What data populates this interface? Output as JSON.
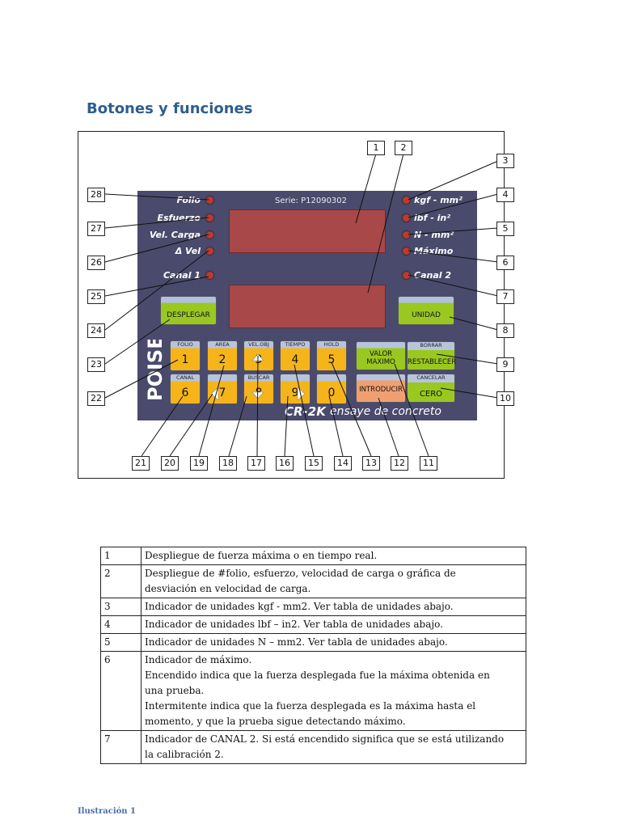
{
  "heading": "Botones y funciones",
  "panel": {
    "serie": "Serie: P12090302",
    "left_indicators": [
      "Folio",
      "Esfuerzo",
      "Vel. Carga",
      "Δ Vel",
      "Canal 1"
    ],
    "right_indicators": [
      "kgf - mm²",
      "lbf - in²",
      "N - mm²",
      "Máximo",
      "Canal 2"
    ],
    "btn_desplegar": "DESPLEGAR",
    "btn_unidad": "UNIDAD",
    "keys_row1": [
      {
        "top": "FOLIO",
        "num": "1"
      },
      {
        "top": "AREA",
        "num": "2"
      },
      {
        "top": "VEL.OBJ",
        "num": "3"
      },
      {
        "top": "TIEMPO",
        "num": "4"
      },
      {
        "top": "HOLD",
        "num": "5"
      }
    ],
    "keys_row2": [
      {
        "top": "CANAL",
        "num": "6"
      },
      {
        "top": "",
        "num": "7"
      },
      {
        "top": "BUSCAR",
        "num": "8"
      },
      {
        "top": "",
        "num": "9"
      },
      {
        "top": "",
        "num": "0"
      }
    ],
    "valor_maximo": [
      "VALOR",
      "MAXIMO"
    ],
    "borrar_top": "BORRAR",
    "restablecer": "RESTABLECER",
    "introducir": "INTRODUCIR",
    "cancelar_top": "CANCELAR",
    "cero": "CERO",
    "brand": "POISE",
    "model": "CR-2K",
    "tagline": "ensaye de concreto"
  },
  "callouts": [
    "1",
    "2",
    "3",
    "4",
    "5",
    "6",
    "7",
    "8",
    "9",
    "10",
    "11",
    "12",
    "13",
    "14",
    "15",
    "16",
    "17",
    "18",
    "19",
    "20",
    "21",
    "22",
    "23",
    "24",
    "25",
    "26",
    "27",
    "28"
  ],
  "table": [
    {
      "n": "1",
      "lines": [
        "Despliegue de fuerza máxima o en tiempo real."
      ]
    },
    {
      "n": "2",
      "lines": [
        "Despliegue de #folio, esfuerzo, velocidad de carga o gráfica de",
        "desviación en velocidad de carga."
      ]
    },
    {
      "n": "3",
      "lines": [
        "Indicador de unidades kgf  - mm2. Ver tabla de unidades abajo."
      ]
    },
    {
      "n": "4",
      "lines": [
        "Indicador de unidades lbf – in2. Ver tabla de unidades abajo."
      ]
    },
    {
      "n": "5",
      "lines": [
        "Indicador de unidades N – mm2. Ver tabla de unidades abajo."
      ]
    },
    {
      "n": "6",
      "lines": [
        "Indicador de máximo.",
        "Encendido indica que la fuerza desplegada fue la máxima obtenida en",
        "una prueba.",
        "Intermitente indica que la fuerza desplegada es la máxima hasta el",
        "momento, y que la prueba sigue detectando máximo."
      ]
    },
    {
      "n": "7",
      "lines": [
        "Indicador de CANAL 2. Si está encendido significa que se está utilizando",
        "la calibración 2."
      ]
    }
  ],
  "caption": "Ilustración 1",
  "colors": {
    "panel": "#4a4a6c",
    "led": "#c0392b",
    "display": "#a84848",
    "key": "#f5b51a",
    "soft_btn": "#9ac820",
    "heading": "#2e5e8e"
  }
}
